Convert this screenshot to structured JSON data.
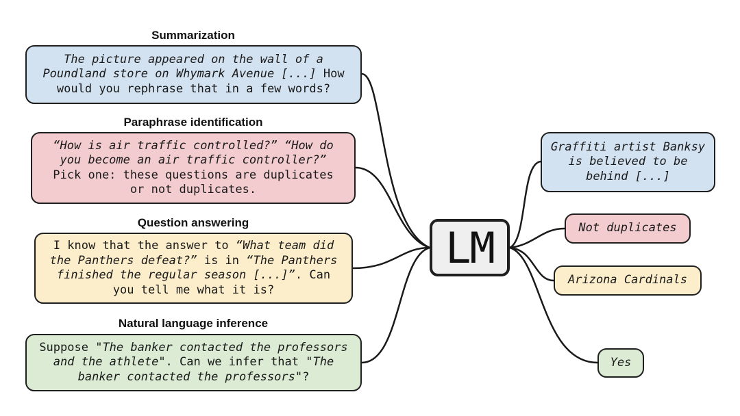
{
  "center": {
    "label": "LM"
  },
  "tasks": [
    {
      "heading": "Summarization",
      "color": "#d3e2f1",
      "lines": [
        [
          {
            "t": "The picture appeared on the wall of a",
            "i": true
          }
        ],
        [
          {
            "t": "Poundland store on Whymark Avenue [...]",
            "i": true
          },
          {
            "t": " How",
            "i": false
          }
        ],
        [
          {
            "t": "would you rephrase that in a few words?",
            "i": false
          }
        ]
      ]
    },
    {
      "heading": "Paraphrase identification",
      "color": "#f3cccf",
      "lines": [
        [
          {
            "t": "“How is air traffic controlled?” “How do",
            "i": true
          }
        ],
        [
          {
            "t": "you become an air traffic controller?”",
            "i": true
          }
        ],
        [
          {
            "t": "Pick one: these questions are duplicates",
            "i": false
          }
        ],
        [
          {
            "t": "or not duplicates.",
            "i": false
          }
        ]
      ]
    },
    {
      "heading": "Question answering",
      "color": "#fdeecb",
      "lines": [
        [
          {
            "t": "I know that the answer to ",
            "i": false
          },
          {
            "t": "“What team did",
            "i": true
          }
        ],
        [
          {
            "t": "the Panthers defeat?”",
            "i": true
          },
          {
            "t": " is in ",
            "i": false
          },
          {
            "t": "“The Panthers",
            "i": true
          }
        ],
        [
          {
            "t": "finished the regular season [...]”",
            "i": true
          },
          {
            "t": ". Can",
            "i": false
          }
        ],
        [
          {
            "t": "you tell me what it is?",
            "i": false
          }
        ]
      ]
    },
    {
      "heading": "Natural language inference",
      "color": "#dbebd4",
      "lines": [
        [
          {
            "t": "Suppose \"",
            "i": false
          },
          {
            "t": "The banker contacted the professors",
            "i": true
          }
        ],
        [
          {
            "t": "and the athlete",
            "i": true
          },
          {
            "t": "\". Can we infer that \"",
            "i": false
          },
          {
            "t": "The",
            "i": true
          }
        ],
        [
          {
            "t": "banker contacted the professors",
            "i": true
          },
          {
            "t": "\"?",
            "i": false
          }
        ]
      ]
    }
  ],
  "outputs": [
    {
      "lines": [
        "Graffiti artist Banksy",
        "is believed to be",
        "behind [...]"
      ],
      "italic": true,
      "color": "#d3e2f1"
    },
    {
      "lines": [
        "Not duplicates"
      ],
      "italic": true,
      "color": "#f3cccf"
    },
    {
      "lines": [
        "Arizona Cardinals"
      ],
      "italic": true,
      "color": "#fdeecb"
    },
    {
      "lines": [
        "Yes"
      ],
      "italic": true,
      "color": "#dbebd4"
    }
  ]
}
